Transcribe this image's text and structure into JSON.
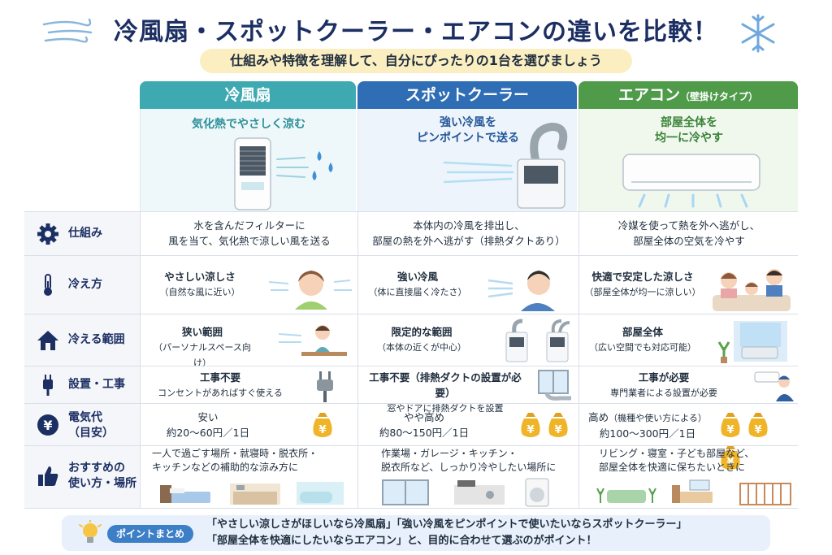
{
  "title": "冷風扇・スポットクーラー・エアコンの違いを比較！",
  "subtitle": "仕組みや特徴を理解して、自分にぴったりの1台を選びましょう",
  "columns": [
    {
      "name": "冷風扇",
      "note": "",
      "caption_lines": [
        "気化熱でやさしく涼む"
      ],
      "color": "#3fa9b2"
    },
    {
      "name": "スポットクーラー",
      "note": "",
      "caption_lines": [
        "強い冷風を",
        "ピンポイントで送る"
      ],
      "color": "#2f6db5"
    },
    {
      "name": "エアコン",
      "note": "（壁掛けタイプ）",
      "caption_lines": [
        "部屋全体を",
        "均一に冷やす"
      ],
      "color": "#4f9b4a"
    }
  ],
  "rows": [
    {
      "label": "仕組み",
      "icon": "gear-icon",
      "cells": [
        {
          "lines": [
            "水を含んだフィルターに",
            "風を当て、気化熱で涼しい風を送る"
          ]
        },
        {
          "lines": [
            "本体内の冷風を排出し、",
            "部屋の熱を外へ逃がす（排熱ダクトあり）"
          ]
        },
        {
          "lines": [
            "冷媒を使って熱を外へ逃がし、",
            "部屋全体の空気を冷やす"
          ]
        }
      ]
    },
    {
      "label": "冷え方",
      "icon": "thermometer-icon",
      "cells": [
        {
          "main": "やさしい涼しさ",
          "sub": "（自然な風に近い）"
        },
        {
          "main": "強い冷風",
          "sub": "（体に直接届く冷たさ）"
        },
        {
          "main": "快適で安定した涼しさ",
          "sub": "（部屋全体が均一に涼しい）"
        }
      ]
    },
    {
      "label": "冷える範囲",
      "icon": "home-icon",
      "cells": [
        {
          "main": "狭い範囲",
          "sub": "（パーソナルスペース向け）"
        },
        {
          "main": "限定的な範囲",
          "sub": "（本体の近くが中心）"
        },
        {
          "main": "部屋全体",
          "sub": "（広い空間でも対応可能）"
        }
      ]
    },
    {
      "label": "設置・工事",
      "icon": "plug-icon",
      "cells": [
        {
          "main": "工事不要",
          "sub": "コンセントがあればすぐ使える"
        },
        {
          "main": "工事不要（排熱ダクトの設置が必要）",
          "sub": "窓やドアに排熱ダクトを設置"
        },
        {
          "main": "工事が必要",
          "sub": "専門業者による設置が必要"
        }
      ]
    },
    {
      "label": "電気代",
      "label2": "（目安）",
      "icon": "yen-icon",
      "cells": [
        {
          "main": "安い",
          "note": "",
          "sub": "約20〜60円／1日",
          "coins": 1
        },
        {
          "main": "やや高め",
          "note": "",
          "sub": "約80〜150円／1日",
          "coins": 2
        },
        {
          "main": "高め",
          "note": "（機種や使い方による）",
          "sub": "約100〜300円／1日",
          "coins": 3
        }
      ]
    },
    {
      "label": "おすすめの",
      "label2": "使い方・場所",
      "icon": "thumbs-up-icon",
      "cells": [
        {
          "lines": [
            "一人で過ごす場所・就寝時・脱衣所・",
            "キッチンなどの補助的な涼み方に"
          ]
        },
        {
          "lines": [
            "作業場・ガレージ・キッチン・",
            "脱衣所など、しっかり冷やしたい場所に"
          ]
        },
        {
          "lines": [
            "リビング・寝室・子ども部屋など、",
            "部屋全体を快適に保ちたいときに"
          ]
        }
      ]
    }
  ],
  "summary": {
    "badge": "ポイントまとめ",
    "line1": "「やさしい涼しさがほしいなら冷風扇」「強い冷風をピンポイントで使いたいならスポットクーラー」",
    "line2": "「部屋全体を快適にしたいならエアコン」と、目的に合わせて選ぶのがポイント！"
  },
  "colors": {
    "navy": "#1c2f63",
    "teal": "#3fa9b2",
    "blue": "#2f6db5",
    "green": "#4f9b4a",
    "gold": "#f0b429",
    "cream": "#fbefc2"
  }
}
